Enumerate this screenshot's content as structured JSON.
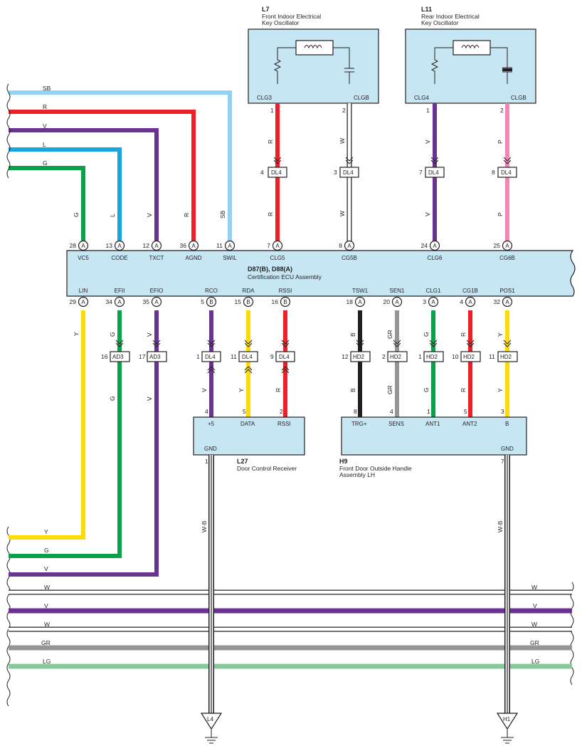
{
  "colors": {
    "R": "#ee1f26",
    "V": "#6a3393",
    "L": "#1aa5e0",
    "G": "#0aa14b",
    "SB": "#8fd3f5",
    "Y": "#ffdc00",
    "B": "#231f20",
    "GR": "#939598",
    "P": "#f287b7",
    "LG": "#87c99d",
    "W": "#ffffff",
    "ecu_fill": "#c7e6f4"
  },
  "ecu": {
    "name": "D87(B), D88(A)",
    "desc": "Certification ECU Assembly",
    "top_pins": [
      {
        "num": "28",
        "conn": "A",
        "label": "VC5"
      },
      {
        "num": "13",
        "conn": "A",
        "label": "CODE"
      },
      {
        "num": "12",
        "conn": "A",
        "label": "TXCT"
      },
      {
        "num": "36",
        "conn": "A",
        "label": "AGND"
      },
      {
        "num": "11",
        "conn": "A",
        "label": "SWIL"
      },
      {
        "num": "7",
        "conn": "A",
        "label": "CLG5"
      },
      {
        "num": "8",
        "conn": "A",
        "label": "CG5B"
      },
      {
        "num": "24",
        "conn": "A",
        "label": "CLG6"
      },
      {
        "num": "25",
        "conn": "A",
        "label": "CG6B"
      }
    ],
    "bottom_pins": [
      {
        "num": "29",
        "conn": "A",
        "label": "LIN"
      },
      {
        "num": "34",
        "conn": "A",
        "label": "EFII"
      },
      {
        "num": "35",
        "conn": "A",
        "label": "EFIO"
      },
      {
        "num": "5",
        "conn": "B",
        "label": "RCO"
      },
      {
        "num": "15",
        "conn": "B",
        "label": "RDA"
      },
      {
        "num": "16",
        "conn": "B",
        "label": "RSSI"
      },
      {
        "num": "18",
        "conn": "A",
        "label": "TSW1"
      },
      {
        "num": "20",
        "conn": "A",
        "label": "SEN1"
      },
      {
        "num": "3",
        "conn": "A",
        "label": "CLG1"
      },
      {
        "num": "4",
        "conn": "A",
        "label": "CG1B"
      },
      {
        "num": "32",
        "conn": "A",
        "label": "POS1"
      }
    ]
  },
  "l7": {
    "code": "L7",
    "line1": "Front Indoor Electrical",
    "line2": "Key Oscillator",
    "pin_left": "CLG3",
    "pin_right": "CLGB",
    "num_left": "1",
    "num_right": "2"
  },
  "l11": {
    "code": "L11",
    "line1": "Rear Indoor Electrical",
    "line2": "Key Oscillator",
    "pin_left": "CLG4",
    "pin_right": "CLGB",
    "num_left": "1",
    "num_right": "2"
  },
  "l27": {
    "code": "L27",
    "desc": "Door Control Receiver",
    "pins": [
      "+5",
      "DATA",
      "RSSI"
    ],
    "pin_nums": [
      "4",
      "5",
      "2"
    ],
    "gnd": "GND",
    "gnd_num": "1"
  },
  "h9": {
    "code": "H9",
    "line1": "Front Door Outside Handle",
    "line2": "Assembly LH",
    "pins": [
      "TRG+",
      "SENS",
      "ANT1",
      "ANT2",
      "B"
    ],
    "pin_nums": [
      "8",
      "4",
      "1",
      "5",
      "3"
    ],
    "gnd": "GND",
    "gnd_num": "7"
  },
  "junctions_top": [
    {
      "pin": "4",
      "conn": "DL4"
    },
    {
      "pin": "3",
      "conn": "DL4"
    },
    {
      "pin": "7",
      "conn": "DL4"
    },
    {
      "pin": "8",
      "conn": "DL4"
    }
  ],
  "junctions_bottom": [
    {
      "pin": "16",
      "conn": "AD3"
    },
    {
      "pin": "17",
      "conn": "AD3"
    },
    {
      "pin": "1",
      "conn": "DL4"
    },
    {
      "pin": "11",
      "conn": "DL4"
    },
    {
      "pin": "9",
      "conn": "DL4"
    },
    {
      "pin": "12",
      "conn": "HD2"
    },
    {
      "pin": "2",
      "conn": "HD2"
    },
    {
      "pin": "1",
      "conn": "HD2"
    },
    {
      "pin": "10",
      "conn": "HD2"
    },
    {
      "pin": "11",
      "conn": "HD2"
    }
  ],
  "wire_labels": {
    "left_top": [
      "SB",
      "R",
      "V",
      "L",
      "G"
    ],
    "vert_top": [
      "G",
      "L",
      "V",
      "R",
      "SB"
    ],
    "osc_upper": [
      "R",
      "W",
      "V",
      "P"
    ],
    "osc_lower": [
      "R",
      "W",
      "V",
      "P"
    ],
    "bottom_upper": [
      "G",
      "V",
      "B",
      "GR",
      "G",
      "R",
      "Y"
    ],
    "lin_vert": "Y",
    "bottom_lower": [
      "G",
      "V",
      "V",
      "Y",
      "R",
      "B",
      "GR",
      "G",
      "R",
      "Y"
    ],
    "left_bottom": [
      "Y",
      "G",
      "V"
    ],
    "bus": [
      "W",
      "V",
      "W",
      "GR",
      "LG"
    ],
    "bus_right": [
      "W",
      "V",
      "W",
      "GR",
      "LG"
    ],
    "ground_wire": [
      "W-B",
      "W-B"
    ]
  },
  "grounds": [
    "L4",
    "H1"
  ]
}
